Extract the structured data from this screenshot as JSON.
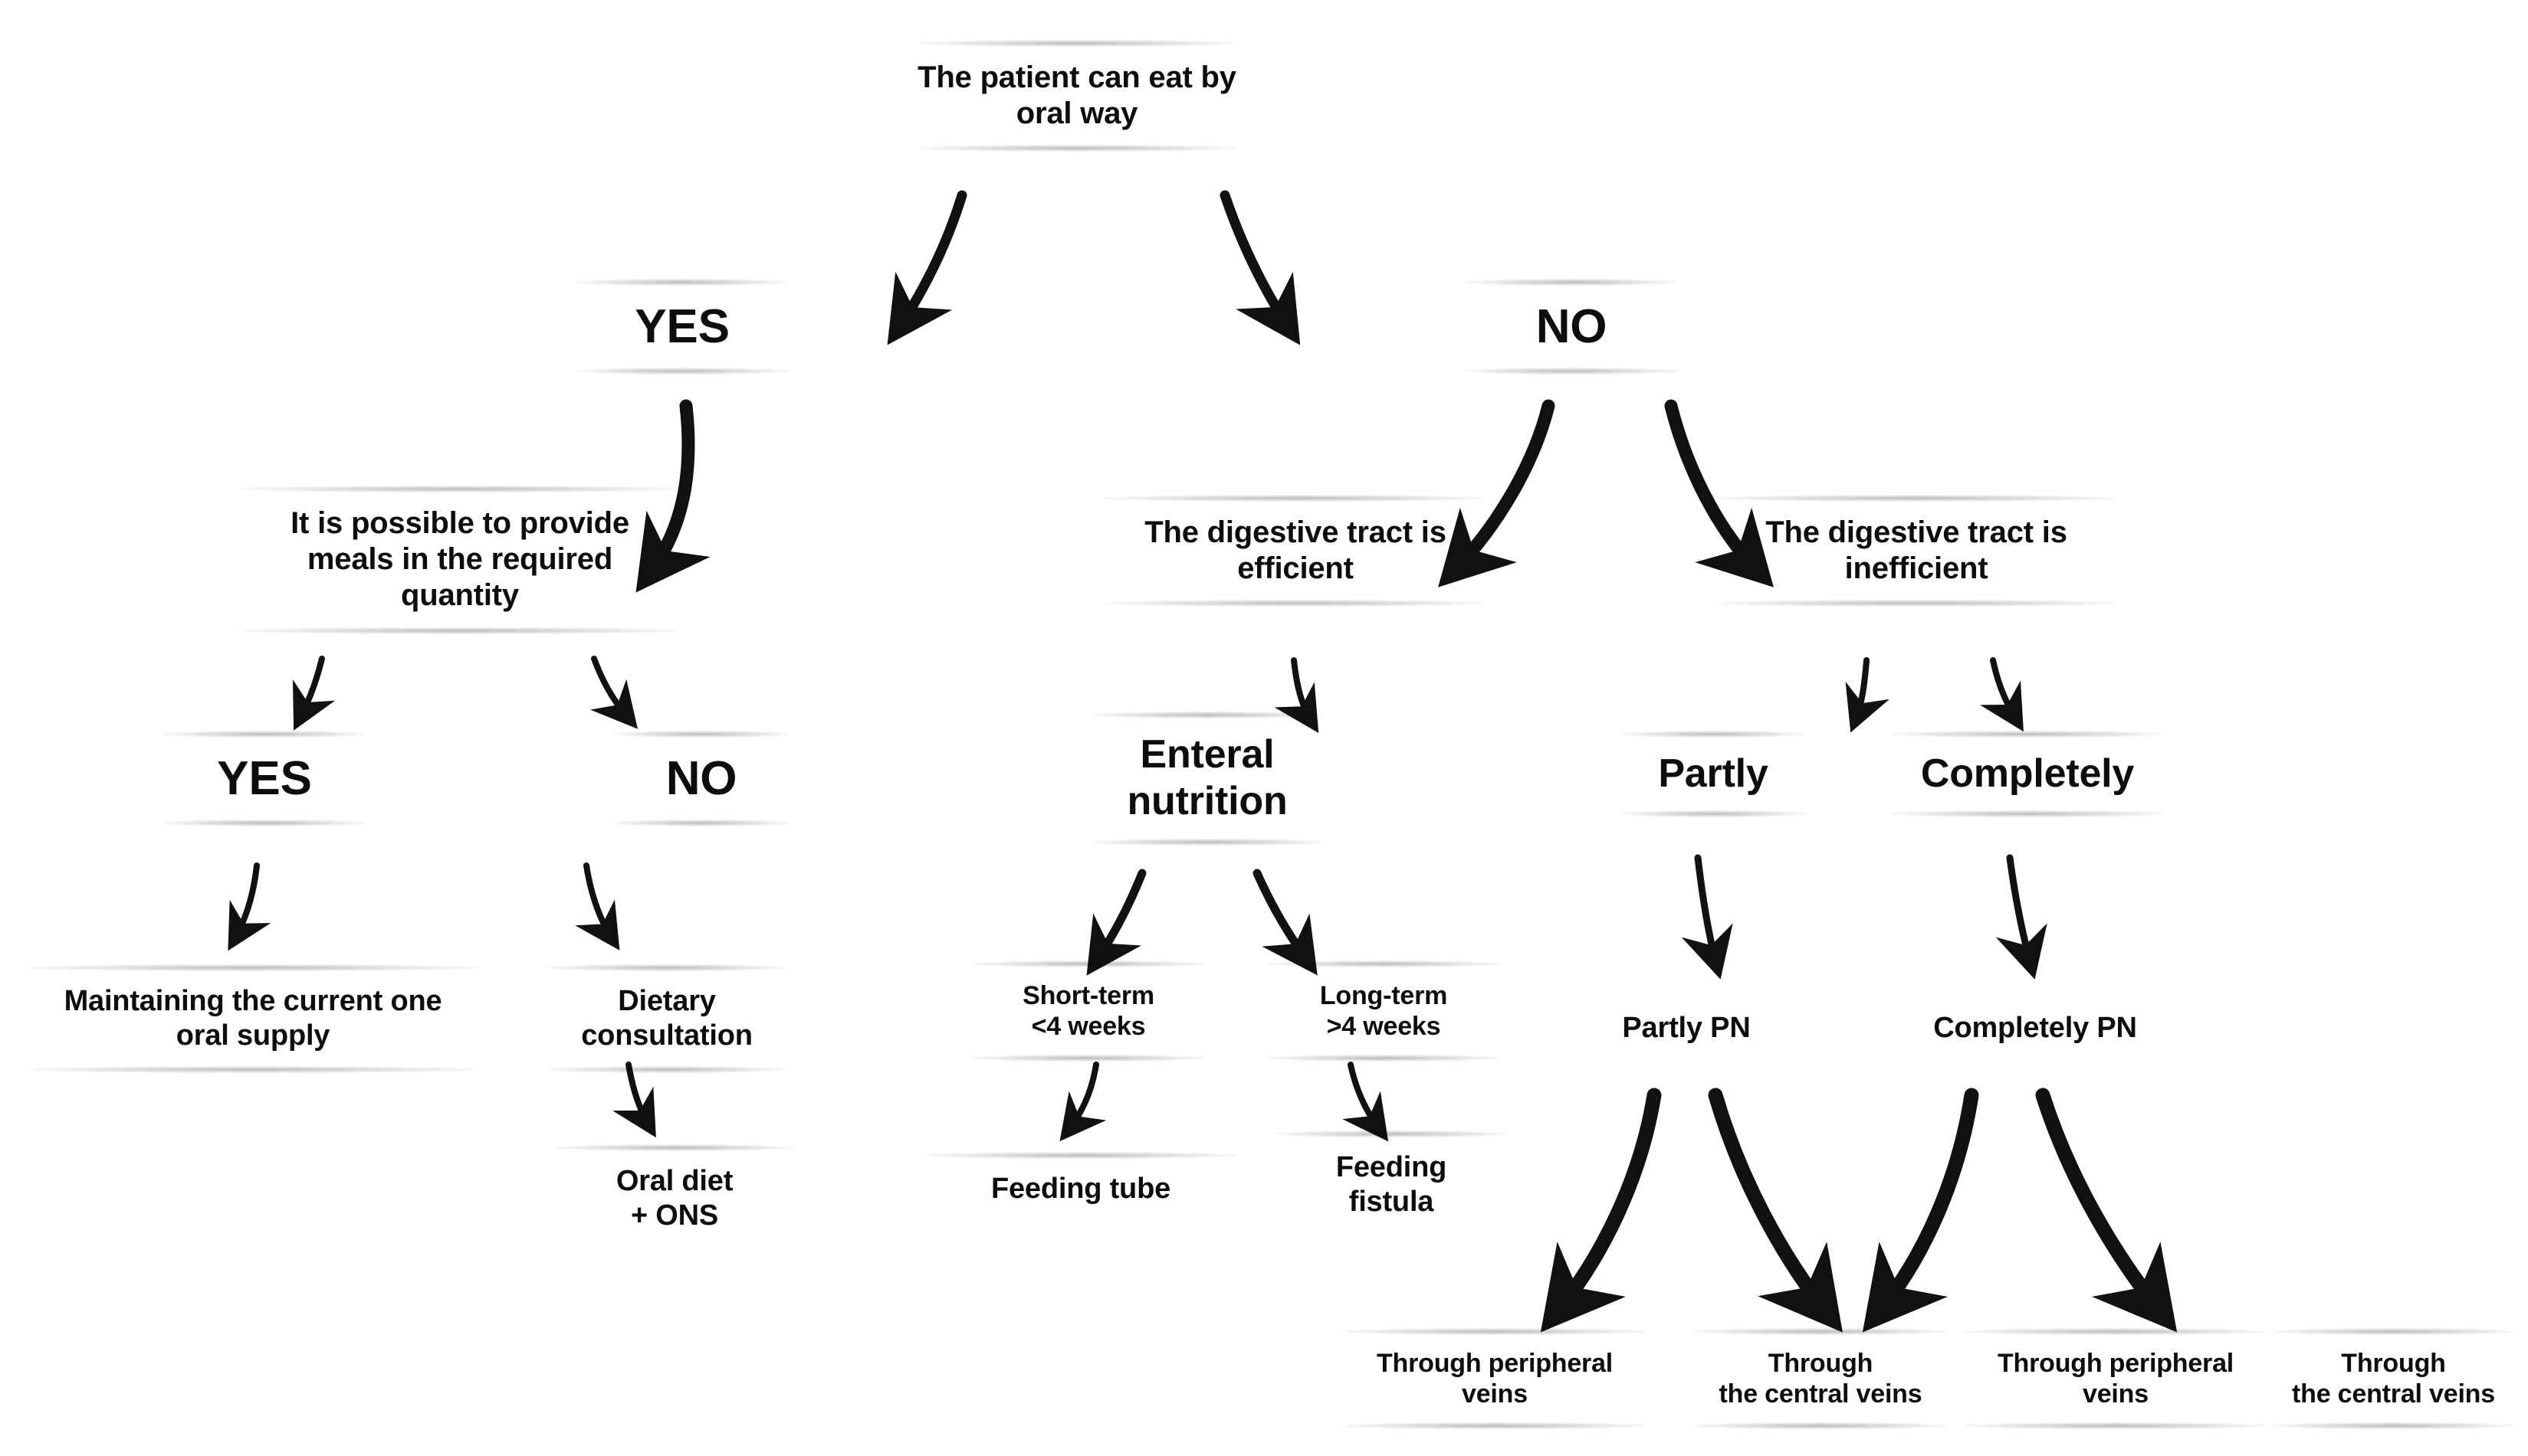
{
  "diagram": {
    "title": "Nutrition route decision tree",
    "colors": {
      "text": "#0d0d0d",
      "arrow": "#111111",
      "background": "#ffffff",
      "shelf_shadow": "rgba(0,0,0,0.26)"
    },
    "nodes": {
      "root": "The patient can eat by\noral way",
      "yes_top": "YES",
      "no_top": "NO",
      "oral_possible": "It is possible to provide\nmeals in the required\nquantity",
      "tract_efficient": "The digestive tract is\nefficient",
      "tract_inefficient": "The digestive tract is\ninefficient",
      "yes_second": "YES",
      "no_second": "NO",
      "enteral_nutrition": "Enteral\nnutrition",
      "partly": "Partly",
      "completely": "Completely",
      "maintain_oral": "Maintaining the current one\noral supply",
      "dietary_consultation": "Dietary\nconsultation",
      "oral_diet_ons": "Oral diet\n+ ONS",
      "short_term": "Short-term\n<4 weeks",
      "long_term": "Long-term\n>4 weeks",
      "feeding_tube": "Feeding tube",
      "feeding_fistula": "Feeding\nfistula",
      "partly_pn": "Partly PN",
      "completely_pn": "Completely PN",
      "peripheral_veins_1": "Through peripheral\nveins",
      "central_veins_1": "Through\nthe central veins",
      "peripheral_veins_2": "Through peripheral\nveins",
      "central_veins_2": "Through\nthe central veins"
    },
    "edges": [
      {
        "from": "root",
        "to": "yes_top",
        "style": "medium"
      },
      {
        "from": "root",
        "to": "no_top",
        "style": "medium"
      },
      {
        "from": "yes_top",
        "to": "oral_possible",
        "style": "thick"
      },
      {
        "from": "no_top",
        "to": "tract_efficient",
        "style": "thick"
      },
      {
        "from": "no_top",
        "to": "tract_inefficient",
        "style": "thick"
      },
      {
        "from": "oral_possible",
        "to": "yes_second",
        "style": "thin"
      },
      {
        "from": "oral_possible",
        "to": "no_second",
        "style": "thin"
      },
      {
        "from": "tract_efficient",
        "to": "enteral_nutrition",
        "style": "thin"
      },
      {
        "from": "tract_inefficient",
        "to": "partly",
        "style": "thin"
      },
      {
        "from": "tract_inefficient",
        "to": "completely",
        "style": "thin"
      },
      {
        "from": "yes_second",
        "to": "maintain_oral",
        "style": "thin"
      },
      {
        "from": "no_second",
        "to": "dietary_consultation",
        "style": "thin"
      },
      {
        "from": "dietary_consultation",
        "to": "oral_diet_ons",
        "style": "thin"
      },
      {
        "from": "enteral_nutrition",
        "to": "short_term",
        "style": "medium"
      },
      {
        "from": "enteral_nutrition",
        "to": "long_term",
        "style": "medium"
      },
      {
        "from": "short_term",
        "to": "feeding_tube",
        "style": "thin"
      },
      {
        "from": "long_term",
        "to": "feeding_fistula",
        "style": "thin"
      },
      {
        "from": "partly",
        "to": "partly_pn",
        "style": "thin"
      },
      {
        "from": "completely",
        "to": "completely_pn",
        "style": "thin"
      },
      {
        "from": "partly_pn",
        "to": "peripheral_veins_1",
        "style": "thick"
      },
      {
        "from": "partly_pn",
        "to": "central_veins_1",
        "style": "thick"
      },
      {
        "from": "completely_pn",
        "to": "peripheral_veins_2",
        "style": "thick"
      },
      {
        "from": "completely_pn",
        "to": "central_veins_2",
        "style": "thick"
      }
    ]
  }
}
